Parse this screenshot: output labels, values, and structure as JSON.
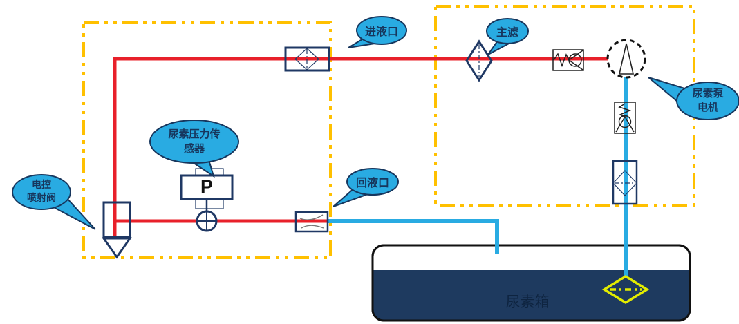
{
  "diagram_title": "urea-dosing-system-schematic",
  "colors": {
    "box_dash": "#FFC000",
    "pressure_line": "#E8202A",
    "return_line": "#29ABE2",
    "symbol_navy": "#1F3864",
    "callout_fill": "#29ABE2",
    "callout_border": "#17365D",
    "callout_text": "#17365D",
    "tank_fill": "#1E3A5F",
    "tank_border": "#111111",
    "tank_strainer_yellow": "#E3ED00"
  },
  "callouts": {
    "inlet_port": {
      "label": "进液口"
    },
    "main_filter": {
      "label": "主滤"
    },
    "pump_motor": {
      "lines": [
        "尿素泵",
        "电机"
      ]
    },
    "pressure_sensor": {
      "lines": [
        "尿素压力传",
        "感器"
      ]
    },
    "injector_valve": {
      "lines": [
        "电控",
        "喷射阀"
      ]
    },
    "return_port": {
      "label": "回液口"
    }
  },
  "tank": {
    "label": "尿素箱"
  },
  "sensor": {
    "letter": "P"
  }
}
